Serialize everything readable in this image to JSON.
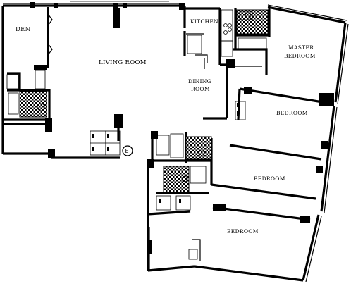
{
  "plan": {
    "rooms": {
      "den": "DEN",
      "living_room": "LIVING ROOM",
      "kitchen": "KITCHEN",
      "dining_room_line1": "DINING",
      "dining_room_line2": "ROOM",
      "master_bedroom_line1": "MASTER",
      "master_bedroom_line2": "BEDROOM",
      "bedroom_1": "BEDROOM",
      "bedroom_2": "BEDROOM",
      "bedroom_3": "BEDROOM"
    },
    "entry_marker": "E"
  }
}
